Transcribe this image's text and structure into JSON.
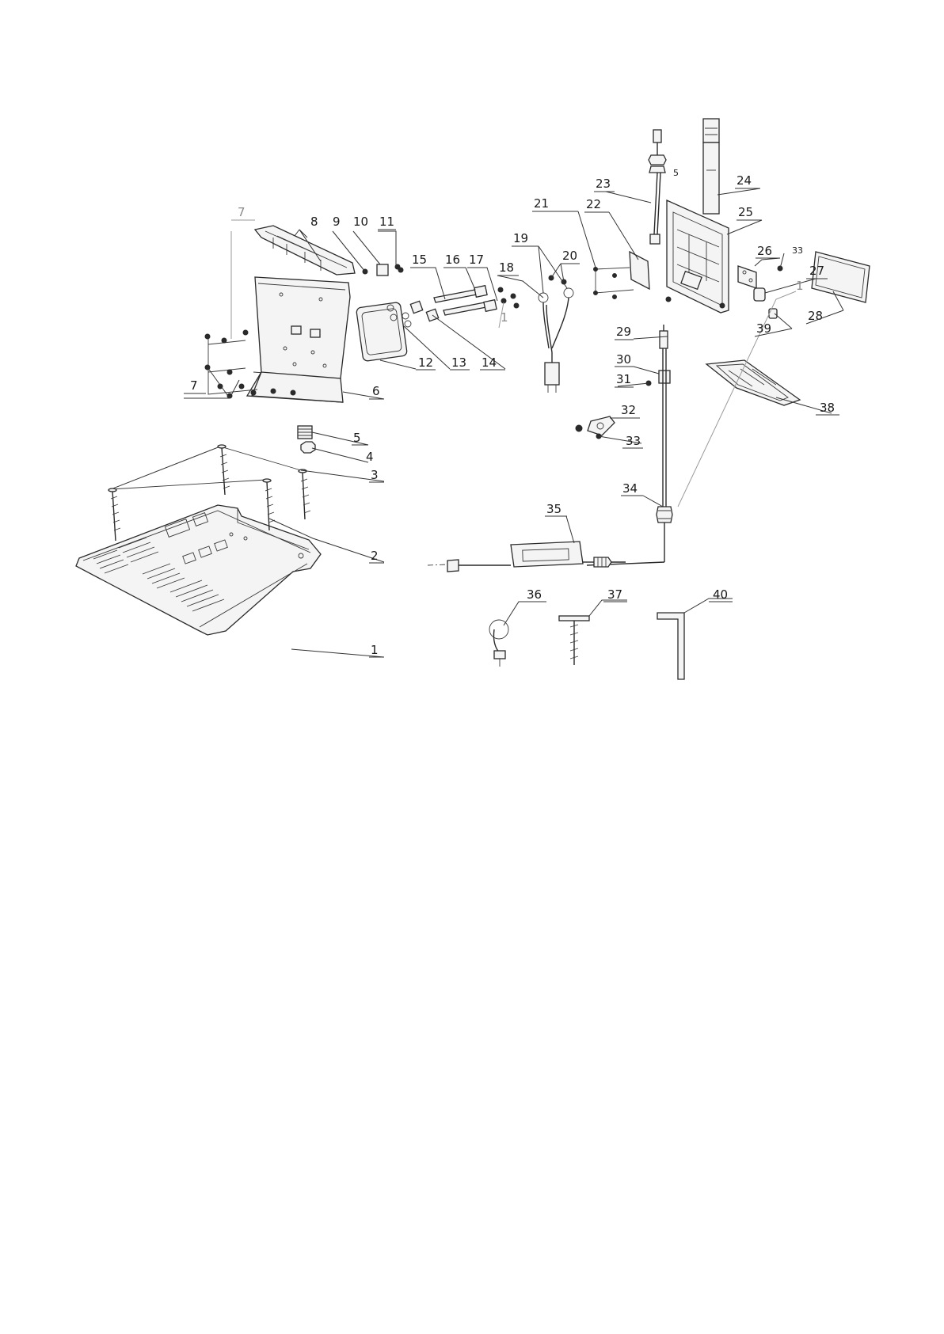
{
  "callouts": {
    "c1": "1",
    "c1b": "1",
    "c1c": "1",
    "c2": "2",
    "c3": "3",
    "c4": "4",
    "c5": "5",
    "c5b": "5",
    "c6": "6",
    "c7": "7",
    "c7b": "7",
    "c8": "8",
    "c9": "9",
    "c10": "10",
    "c11": "11",
    "c12": "12",
    "c13": "13",
    "c14": "14",
    "c15": "15",
    "c16": "16",
    "c17": "17",
    "c18": "18",
    "c19": "19",
    "c20": "20",
    "c21": "21",
    "c22": "22",
    "c23": "23",
    "c24": "24",
    "c25": "25",
    "c26": "26",
    "c27": "27",
    "c28": "28",
    "c29": "29",
    "c30": "30",
    "c31": "31",
    "c32": "32",
    "c33": "33",
    "c33b": "33",
    "c34": "34",
    "c35": "35",
    "c36": "36",
    "c37": "37",
    "c38": "38",
    "c39": "39",
    "c40": "40"
  },
  "colors": {
    "line": "#2a2a2a",
    "secondary_line": "#9a9a9a",
    "background": "#ffffff"
  }
}
